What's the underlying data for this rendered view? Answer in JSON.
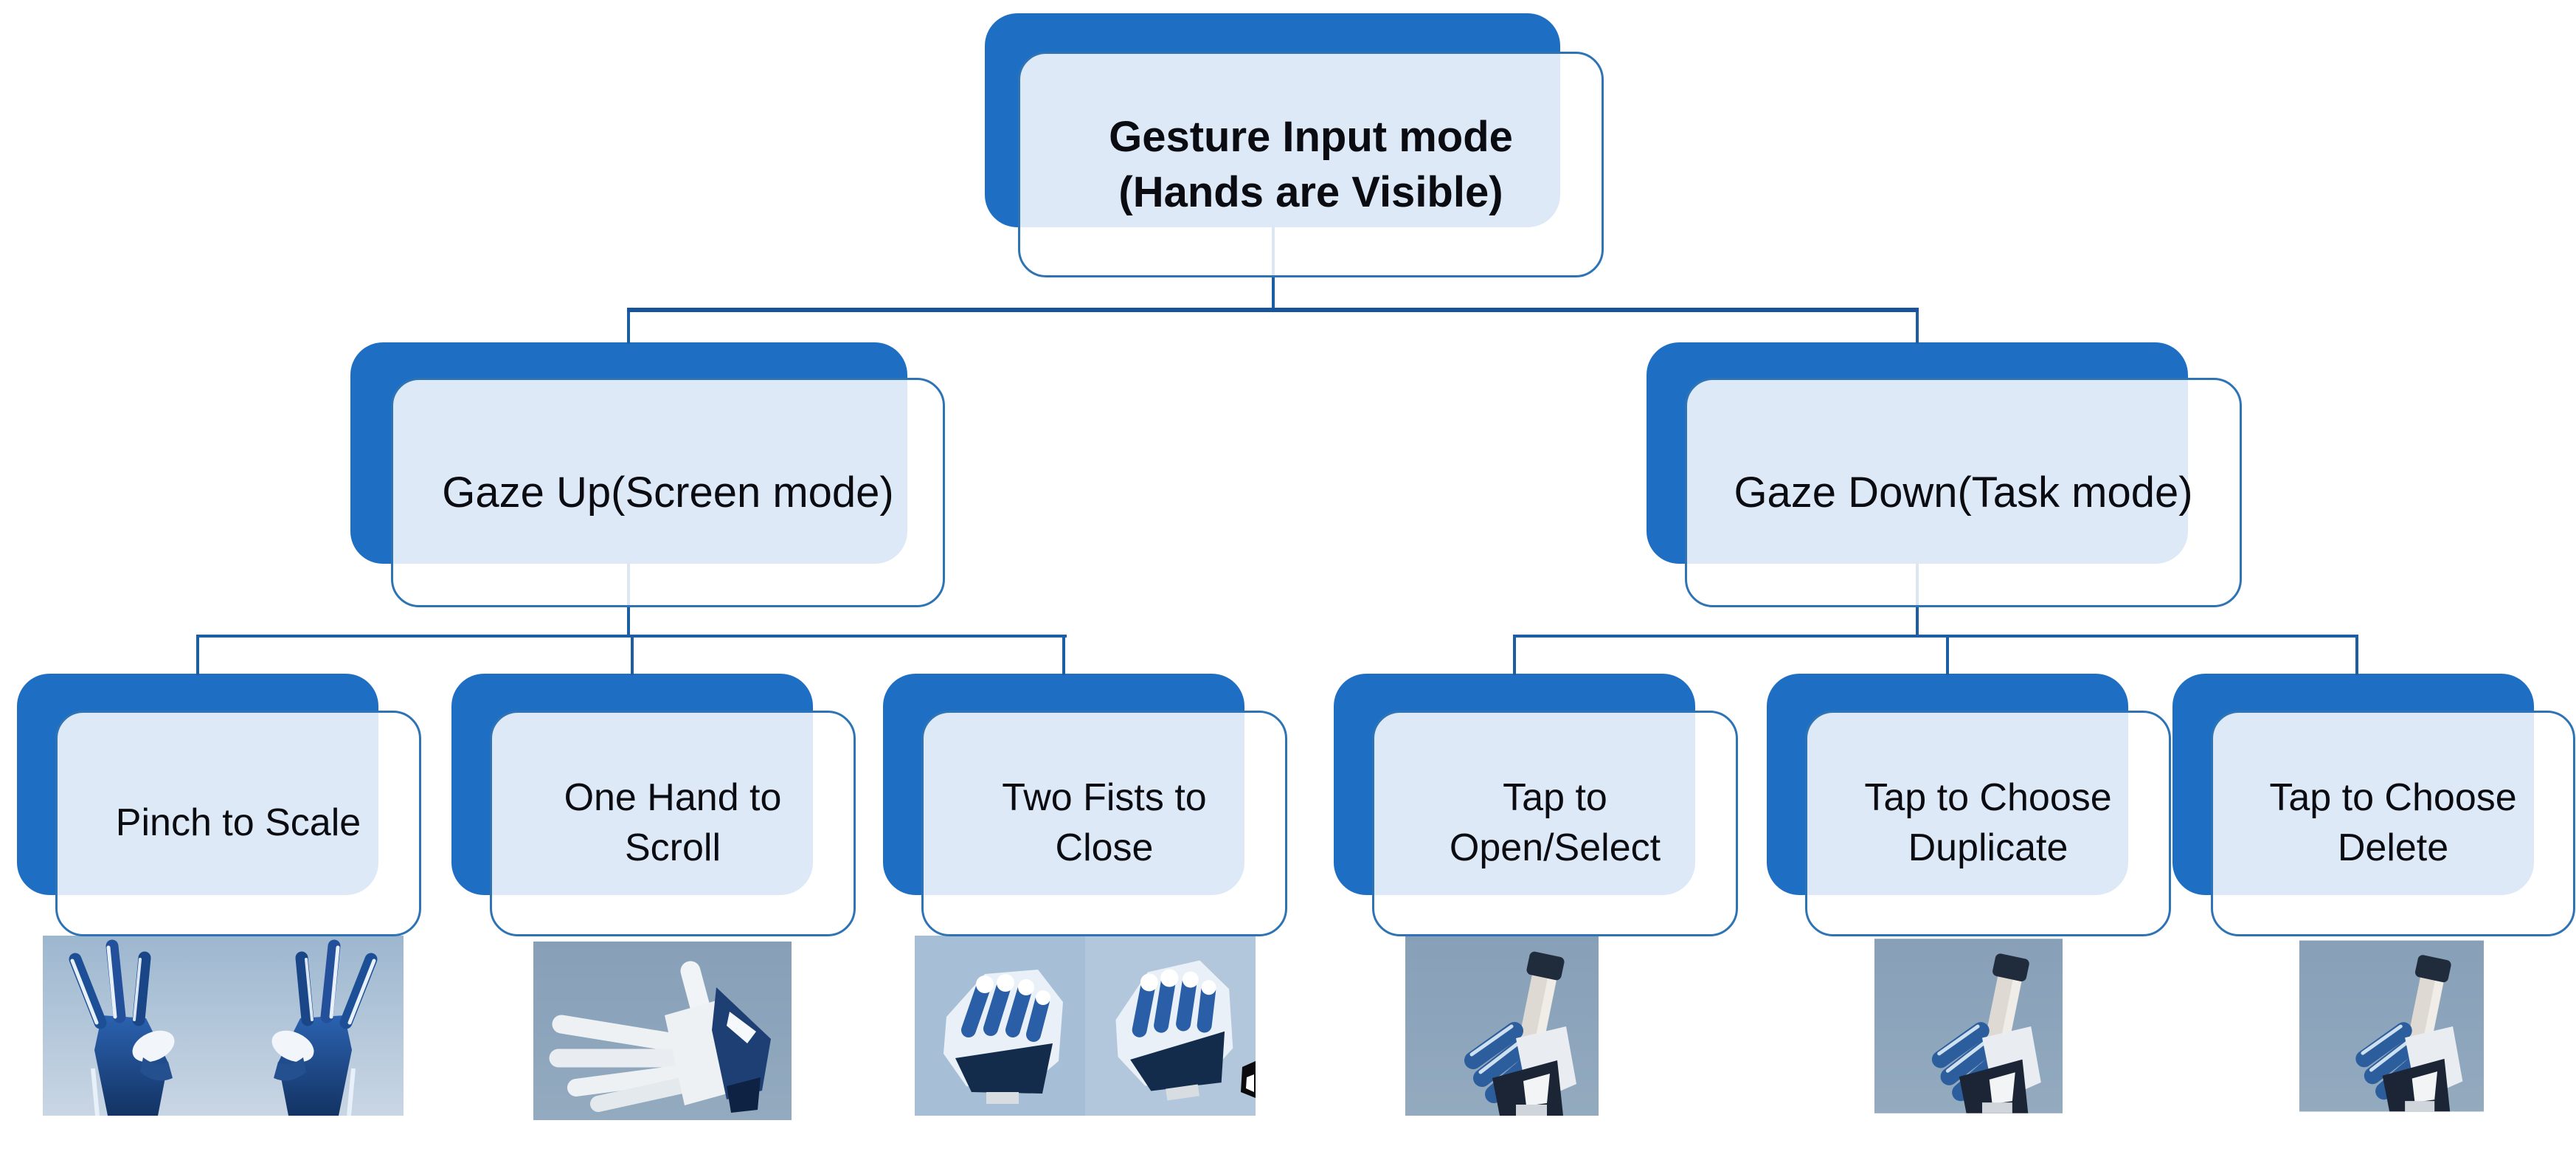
{
  "figure": {
    "type": "hierarchy-tree-diagram",
    "title_node": "Gesture Input mode (Hands are Visible)",
    "background": "#ffffff"
  },
  "nodes": {
    "root": {
      "label": "Gesture Input mode\n(Hands are Visible)"
    },
    "gaze_up": {
      "label": "Gaze Up(Screen mode)"
    },
    "gaze_down": {
      "label": "Gaze Down(Task mode)"
    },
    "pinch": {
      "label": "Pinch to Scale"
    },
    "scroll": {
      "label": "One Hand to\nScroll"
    },
    "close": {
      "label": "Two Fists to\nClose"
    },
    "open_select": {
      "label": "Tap to\nOpen/Select"
    },
    "duplicate": {
      "label": "Tap to Choose\nDuplicate"
    },
    "delete": {
      "label": "Tap to Choose\nDelete"
    }
  },
  "tree": {
    "label": "Gesture Input mode (Hands are Visible)",
    "children": [
      {
        "label": "Gaze Up(Screen mode)",
        "children": [
          "Pinch to Scale",
          "One Hand to Scroll",
          "Two Fists to Close"
        ]
      },
      {
        "label": "Gaze Down(Task mode)",
        "children": [
          "Tap to Open/Select",
          "Tap to Choose Duplicate",
          "Tap to Choose Delete"
        ]
      }
    ]
  },
  "photos": {
    "pinch": "two-hands-pinch-gesture-photo",
    "scroll": "open-palm-hand-photo",
    "close": "two-fists-photo",
    "open_select": "index-finger-tap-photo",
    "duplicate": "index-finger-tap-photo",
    "delete": "index-finger-tap-photo"
  },
  "colors": {
    "node_shadow_blue": "#1e6fc4",
    "node_border_blue": "#2e74b5",
    "node_fill_overlap": "#e8ecf8",
    "connector_blue": "#1d5da4",
    "text": "#0b0b12",
    "photo_sky_blue": "#9db7cf",
    "photo_grey_blue": "#8ba3ba",
    "hand_navy": "#1d4f96",
    "hand_white": "#eef2f7"
  }
}
